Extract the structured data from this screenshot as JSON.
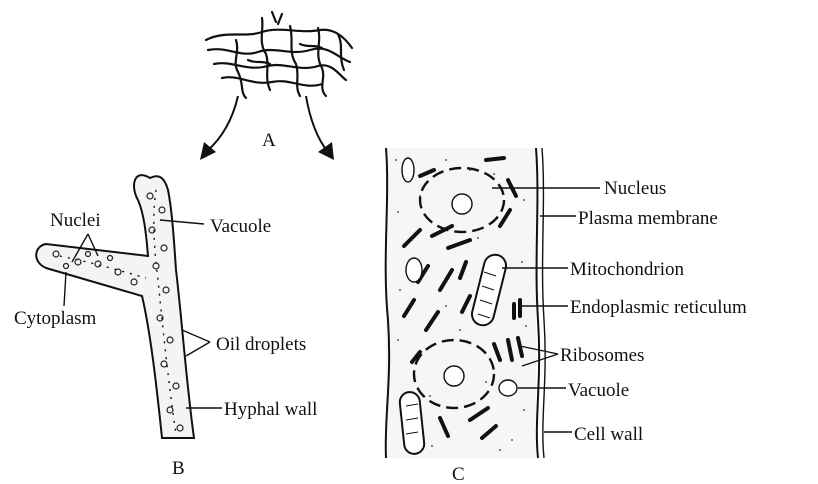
{
  "panels": {
    "A": "A",
    "B": "B",
    "C": "C"
  },
  "labels_B": {
    "nuclei": "Nuclei",
    "cytoplasm": "Cytoplasm",
    "vacuole": "Vacuole",
    "oil_droplets": "Oil droplets",
    "hyphal_wall": "Hyphal wall"
  },
  "labels_C": {
    "nucleus": "Nucleus",
    "plasma_membrane": "Plasma membrane",
    "mitochondrion": "Mitochondrion",
    "endoplasmic_reticulum": "Endoplasmic reticulum",
    "ribosomes": "Ribosomes",
    "vacuole": "Vacuole",
    "cell_wall": "Cell wall"
  },
  "colors": {
    "ink": "#111111",
    "background": "#ffffff"
  }
}
